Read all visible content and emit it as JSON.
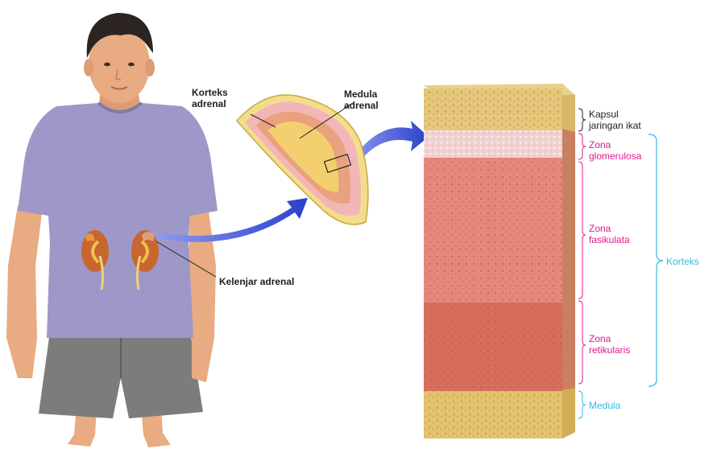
{
  "labels": {
    "korteks_adrenal": [
      "Korteks",
      "adrenal"
    ],
    "medula_adrenal": [
      "Medula",
      "adrenal"
    ],
    "kelenjar_adrenal": "Kelenjar adrenal",
    "kapsul": [
      "Kapsul",
      "jaringan ikat"
    ],
    "zona_glomerulosa": [
      "Zona",
      "glomerulosa"
    ],
    "zona_fasikulata": [
      "Zona",
      "fasikulata"
    ],
    "zona_retikularis": [
      "Zona",
      "retikularis"
    ],
    "korteks": "Korteks",
    "medula": "Medula"
  },
  "colors": {
    "zone_label": "#e0198c",
    "bracket_cyan": "#35b9e0",
    "arrow_blue": "#3a4fd6",
    "shirt": "#9d98c7",
    "shorts": "#7d7c7c",
    "skin": "#e8ab82",
    "capsule": "#e8d079",
    "zone_glomerulosa": "#f2c6c8",
    "zone_fasikulata": "#e8837a",
    "zone_retikularis": "#d9705d"
  }
}
